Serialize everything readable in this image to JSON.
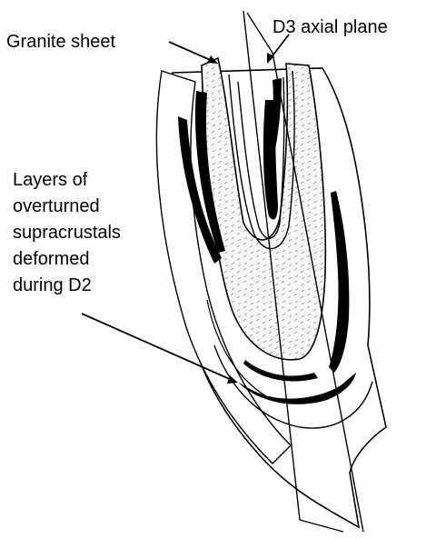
{
  "labels": {
    "granite_sheet": "Granite sheet",
    "axial_plane": "D3 axial plane",
    "layers": [
      "Layers of",
      "overturned",
      "supracrustals",
      "deformed",
      "during D2"
    ]
  },
  "colors": {
    "stroke": "#000000",
    "granite_fill": "#f4f4f4",
    "background": "#ffffff"
  }
}
